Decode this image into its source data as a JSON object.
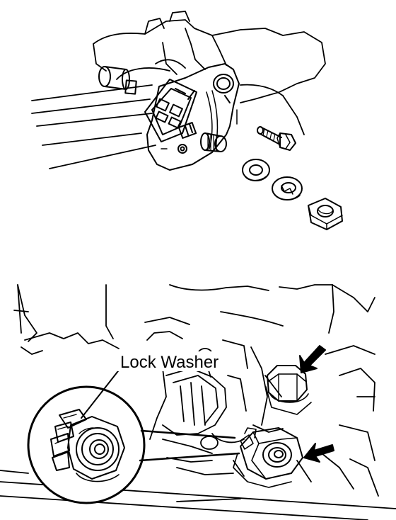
{
  "figure": {
    "callout_label": "Lock Washer",
    "colors": {
      "ink": "#000000",
      "paper": "#ffffff"
    },
    "parts_top": [
      "neutral-start-switch",
      "bolt",
      "flat-washer",
      "lock-washer",
      "nut"
    ],
    "arrows_bottom": [
      "arrow-upper-bolt",
      "arrow-lower-nut"
    ]
  }
}
